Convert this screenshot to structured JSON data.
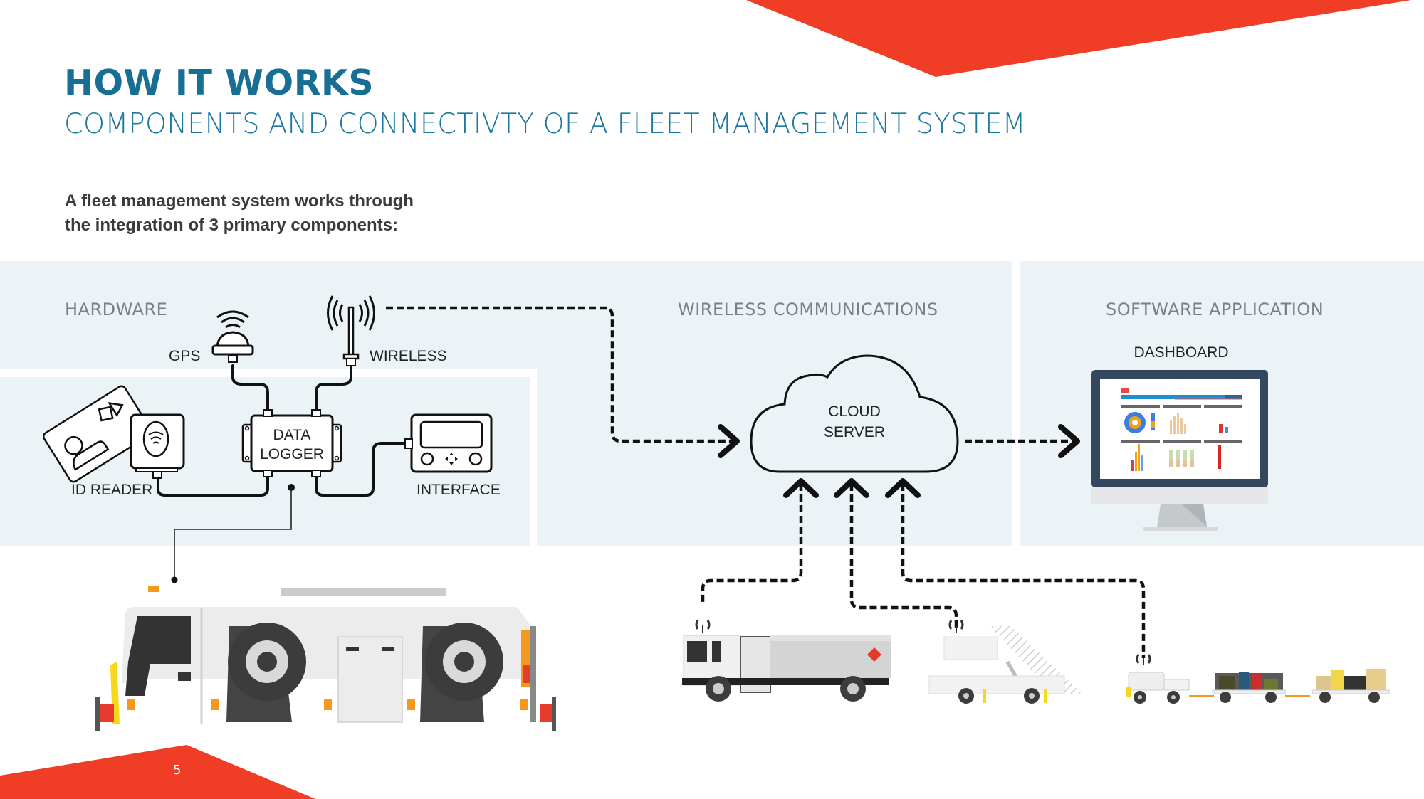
{
  "header": {
    "title": "HOW IT WORKS",
    "subtitle": "COMPONENTS AND CONNECTIVTY OF A FLEET MANAGEMENT SYSTEM"
  },
  "intro": {
    "line1": "A fleet management system works through",
    "line2": "the integration of 3 primary components:"
  },
  "sections": {
    "hardware": "HARDWARE",
    "wireless": "WIRELESS COMMUNICATIONS",
    "software": "SOFTWARE APPLICATION"
  },
  "hardware_components": {
    "gps": "GPS",
    "wireless": "WIRELESS",
    "id_reader": "ID READER",
    "data_logger_line1": "DATA",
    "data_logger_line2": "LOGGER",
    "interface": "INTERFACE"
  },
  "cloud": {
    "line1": "CLOUD",
    "line2": "SERVER"
  },
  "software": {
    "dashboard": "DASHBOARD"
  },
  "vehicles": [
    "aircraft tug",
    "fuel truck",
    "passenger stairs truck",
    "baggage tractor with carts"
  ],
  "footer": {
    "page_number": "5"
  },
  "colors": {
    "brand_blue": "#176f95",
    "accent_red": "#f03e26",
    "panel_bg": "#ebf3f6"
  }
}
